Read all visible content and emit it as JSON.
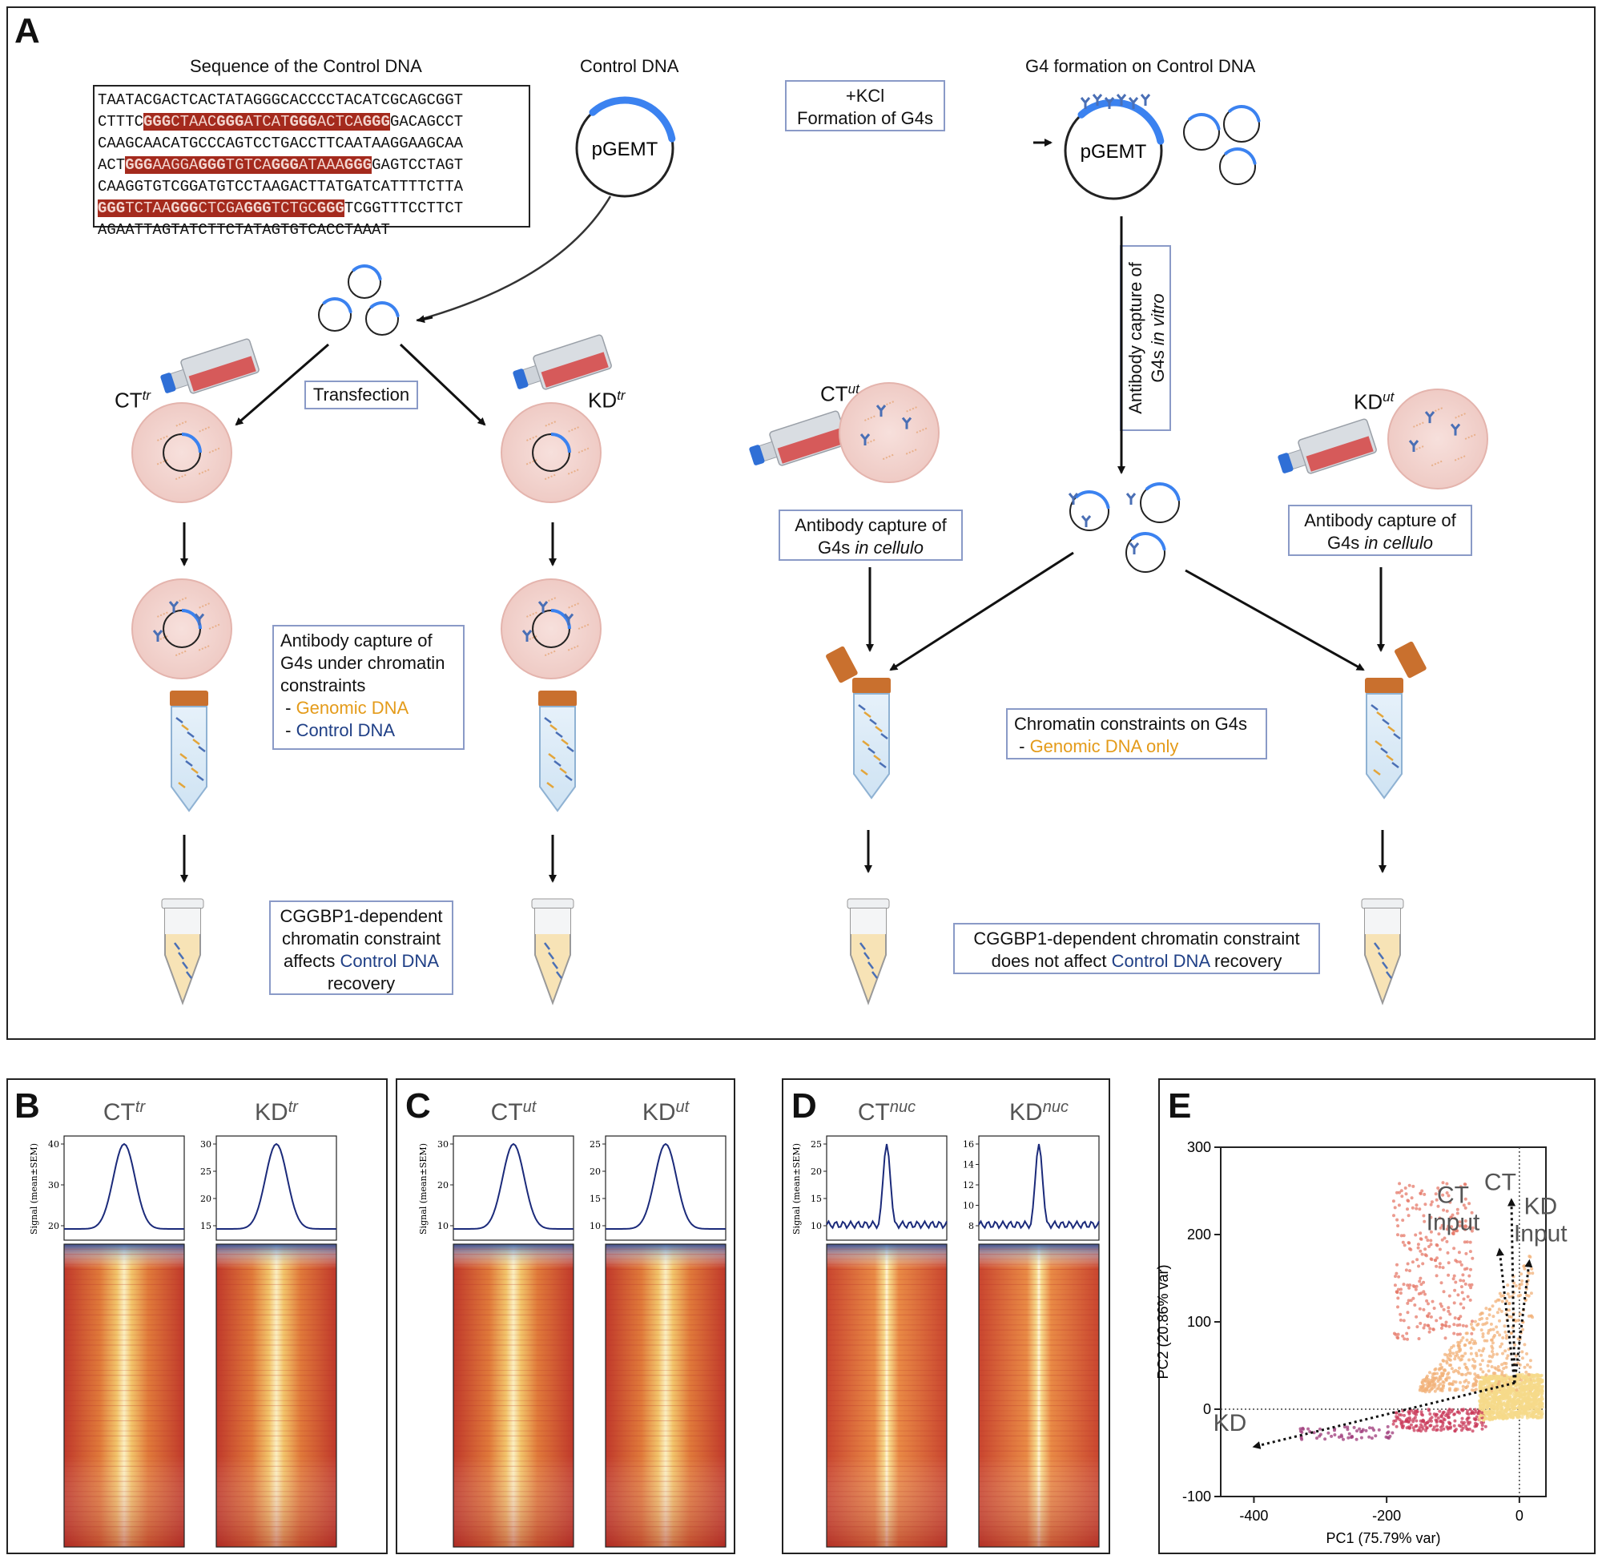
{
  "panel_labels": {
    "a": "A",
    "b": "B",
    "c": "C",
    "d": "D",
    "e": "E"
  },
  "panel_a": {
    "seq_title": "Sequence of the Control DNA",
    "sequence_lines": [
      [
        {
          "t": "TAATACGACTCACTATAGGGCACCCCTACATCGCAGCGGT"
        }
      ],
      [
        {
          "t": "CTTTC"
        },
        {
          "t": "GGG",
          "hl": 1,
          "b": 1
        },
        {
          "t": "CTAAC",
          "hl": 1
        },
        {
          "t": "GGG",
          "hl": 1,
          "b": 1
        },
        {
          "t": "ATCAT",
          "hl": 1
        },
        {
          "t": "GGG",
          "hl": 1,
          "b": 1
        },
        {
          "t": "ACTCA",
          "hl": 1
        },
        {
          "t": "GGG",
          "hl": 1,
          "b": 1
        },
        {
          "t": "GACAGCCT"
        }
      ],
      [
        {
          "t": "CAAGCAACATGCCCAGTCCTGACCTTCAATAAGGAAGCAA"
        }
      ],
      [
        {
          "t": "ACT"
        },
        {
          "t": "GGG",
          "hl": 1,
          "b": 1
        },
        {
          "t": "AAGGA",
          "hl": 1
        },
        {
          "t": "GGG",
          "hl": 1,
          "b": 1
        },
        {
          "t": "TGTCA",
          "hl": 1
        },
        {
          "t": "GGG",
          "hl": 1,
          "b": 1
        },
        {
          "t": "ATAAA",
          "hl": 1
        },
        {
          "t": "GGG",
          "hl": 1,
          "b": 1
        },
        {
          "t": "GAGTCCTAGT"
        }
      ],
      [
        {
          "t": "CAAGGTGTCGGATGTCCTAAGACTTATGATCATTTTCTTA"
        }
      ],
      [
        {
          "t": "GGG",
          "hl": 1,
          "b": 1
        },
        {
          "t": "TCTAA",
          "hl": 1
        },
        {
          "t": "GGG",
          "hl": 1,
          "b": 1
        },
        {
          "t": "CTCGA",
          "hl": 1
        },
        {
          "t": "GGG",
          "hl": 1,
          "b": 1
        },
        {
          "t": "TCTGC",
          "hl": 1
        },
        {
          "t": "GGG",
          "hl": 1,
          "b": 1
        },
        {
          "t": "TCGGTTTCCTTCT"
        }
      ],
      [
        {
          "t": "AGAATTAGTATCTTCTATAGTGTCACCTAAAT"
        }
      ]
    ],
    "control_dna": "Control DNA",
    "pgemt": "pGEMT",
    "kcl_line1": "+KCl",
    "kcl_line2": "Formation of G4s",
    "g4_formation": "G4 formation on Control DNA",
    "vertical_box_line1": "Antibody capture of",
    "vertical_box_line2_plain": "G4s ",
    "vertical_box_line2_italic": "in vitro",
    "transfection": "Transfection",
    "ct_tr": {
      "base": "CT",
      "sup": "tr"
    },
    "kd_tr": {
      "base": "KD",
      "sup": "tr"
    },
    "ct_ut": {
      "base": "CT",
      "sup": "ut"
    },
    "kd_ut": {
      "base": "KD",
      "sup": "ut"
    },
    "capture_cellulo_line1": "Antibody capture of",
    "capture_cellulo_line2_plain": "G4s ",
    "capture_cellulo_line2_italic": "in cellulo",
    "constraints_box": {
      "l1": "Antibody capture of",
      "l2": "G4s under chromatin",
      "l3": "constraints",
      "l4_dash": " - ",
      "l4": "Genomic DNA",
      "l5_dash": " - ",
      "l5": "Control DNA"
    },
    "chromatin_box": {
      "l1": "Chromatin constraints on G4s",
      "l2_dash": " - ",
      "l2": "Genomic DNA only"
    },
    "left_result": {
      "l1": "CGGBP1-dependent",
      "l2": "chromatin constraint",
      "l3a": "affects ",
      "l3b": "Control DNA",
      "l4": "recovery"
    },
    "right_result": {
      "l1": "CGGBP1-dependent chromatin constraint",
      "l2a": "does not affect ",
      "l2b": "Control DNA",
      "l2c": " recovery"
    }
  },
  "heatmaps": [
    {
      "id": "b",
      "left": {
        "base": "CT",
        "sup": "tr"
      },
      "right": {
        "base": "KD",
        "sup": "tr"
      },
      "ylabel": "Signal (mean±SEM)",
      "left_ticks": [
        "40",
        "30",
        "20"
      ],
      "right_ticks": [
        "30",
        "25",
        "20",
        "15"
      ]
    },
    {
      "id": "c",
      "left": {
        "base": "CT",
        "sup": "ut"
      },
      "right": {
        "base": "KD",
        "sup": "ut"
      },
      "ylabel": "Signal (mean±SEM)",
      "left_ticks": [
        "30",
        "20",
        "10"
      ],
      "right_ticks": [
        "25",
        "20",
        "15",
        "10"
      ]
    },
    {
      "id": "d",
      "left": {
        "base": "CT",
        "sup": "nuc"
      },
      "right": {
        "base": "KD",
        "sup": "nuc"
      },
      "ylabel": "Signal (mean±SEM)",
      "left_ticks": [
        "25",
        "20",
        "15",
        "10"
      ],
      "right_ticks": [
        "16",
        "14",
        "12",
        "10",
        "8"
      ]
    }
  ],
  "chart_data": {
    "type": "scatter",
    "title": "",
    "xlabel": "PC1  (75.79% var)",
    "ylabel": "PC2 (20.86% var)",
    "xlim": [
      -450,
      40
    ],
    "ylim": [
      -100,
      300
    ],
    "x_ticks": [
      -400,
      -200,
      0
    ],
    "y_ticks": [
      -100,
      0,
      100,
      200,
      300
    ],
    "grid": false,
    "reference_lines": {
      "x": 0,
      "y": 0
    },
    "loading_vectors": [
      {
        "name": "KD",
        "x": -400,
        "y": -43
      },
      {
        "name": "CT",
        "x": -12,
        "y": 240
      },
      {
        "name": "CT Input",
        "x": -30,
        "y": 183,
        "label_lines": [
          "CT",
          "Input"
        ]
      },
      {
        "name": "KD Input",
        "x": 15,
        "y": 170,
        "label_lines": [
          "KD",
          "Input"
        ]
      }
    ],
    "point_color_scale": [
      "#f6d98a",
      "#f1b27a",
      "#e57a6a",
      "#c93a5a",
      "#9e3a7a"
    ]
  }
}
